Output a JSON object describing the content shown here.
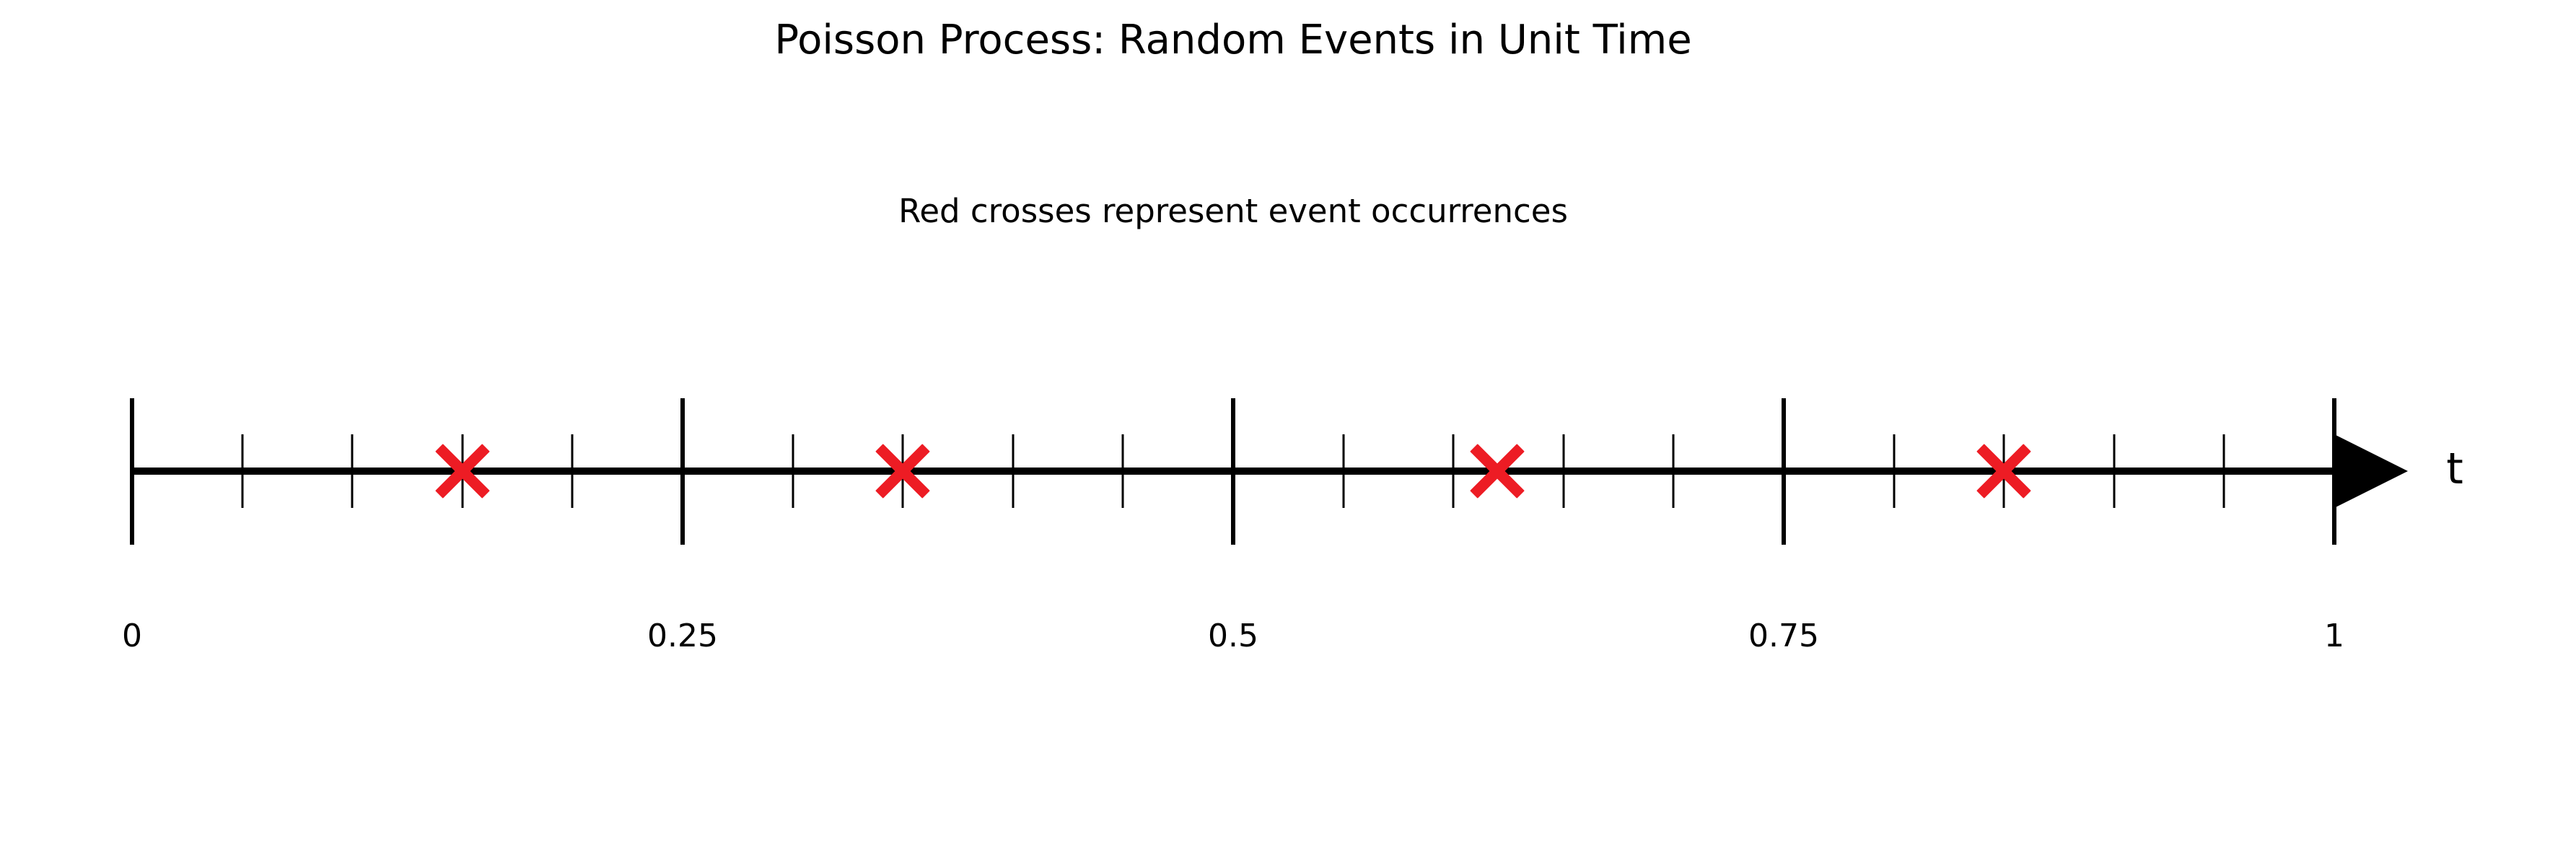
{
  "figure": {
    "title": "Poisson Process: Random Events in Unit Time",
    "subtitle": "Red crosses represent event occurrences",
    "axis_arrow_label": "t"
  },
  "colors": {
    "background": "#ffffff",
    "axis": "#000000",
    "event_marker": "#ed1c24"
  },
  "chart_data": {
    "type": "scatter",
    "title": "Poisson Process: Random Events in Unit Time",
    "annotation": "Red crosses represent event occurrences",
    "xlabel": "t",
    "xlim": [
      0,
      1
    ],
    "event_times": [
      0.15,
      0.35,
      0.62,
      0.85
    ],
    "event_marker": "x",
    "event_color": "#ed1c24",
    "major_ticks": [
      0,
      0.25,
      0.5,
      0.75,
      1
    ],
    "major_tick_labels": [
      "0",
      "0.25",
      "0.5",
      "0.75",
      "1"
    ],
    "minor_tick_step": 0.05,
    "axis_arrow": true,
    "grid": false,
    "legend": "none"
  }
}
